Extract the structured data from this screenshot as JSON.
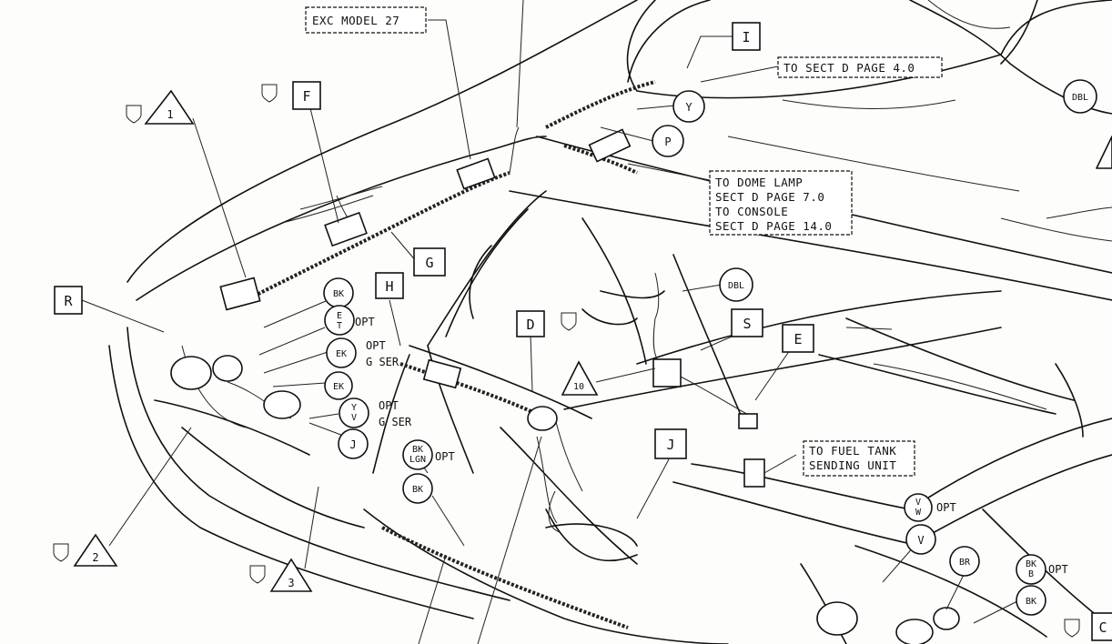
{
  "callouts": {
    "exc_model": "EXC MODEL 27",
    "to_sect_d_4": "TO SECT D PAGE 4.0",
    "dome_lamp": [
      "TO DOME LAMP",
      "SECT D PAGE 7.0",
      "TO CONSOLE",
      "SECT D PAGE 14.0"
    ],
    "fuel_tank": [
      "TO FUEL TANK",
      "SENDING UNIT"
    ]
  },
  "letters": {
    "I": "I",
    "F": "F",
    "G": "G",
    "H": "H",
    "R": "R",
    "D": "D",
    "S": "S",
    "E": "E",
    "J": "J",
    "C": "C"
  },
  "triangles": {
    "t1": "1",
    "t2": "2",
    "t3": "3",
    "t10": "10"
  },
  "circles": {
    "Y": "Y",
    "P": "P",
    "DBL_top": "DBL",
    "DBL_mid": "DBL",
    "BK_1": "BK",
    "E_T": "E",
    "EK": "EK",
    "EK2": "EK",
    "BK_mid": "BK",
    "J_c": "J",
    "V": "V",
    "BR": "BR",
    "BK_right": "BK",
    "Y_stack": "Y"
  },
  "stacked": {
    "e_t": [
      "E",
      "T"
    ],
    "ek": [
      "EK"
    ],
    "y_v": [
      "Y",
      "V"
    ],
    "bk_lgn": [
      "BK",
      "LGN"
    ],
    "v_w": [
      "V",
      "W"
    ],
    "bk_b": [
      "BK",
      "B"
    ]
  },
  "texts": {
    "opt": "OPT",
    "g_ser": "G SER"
  }
}
